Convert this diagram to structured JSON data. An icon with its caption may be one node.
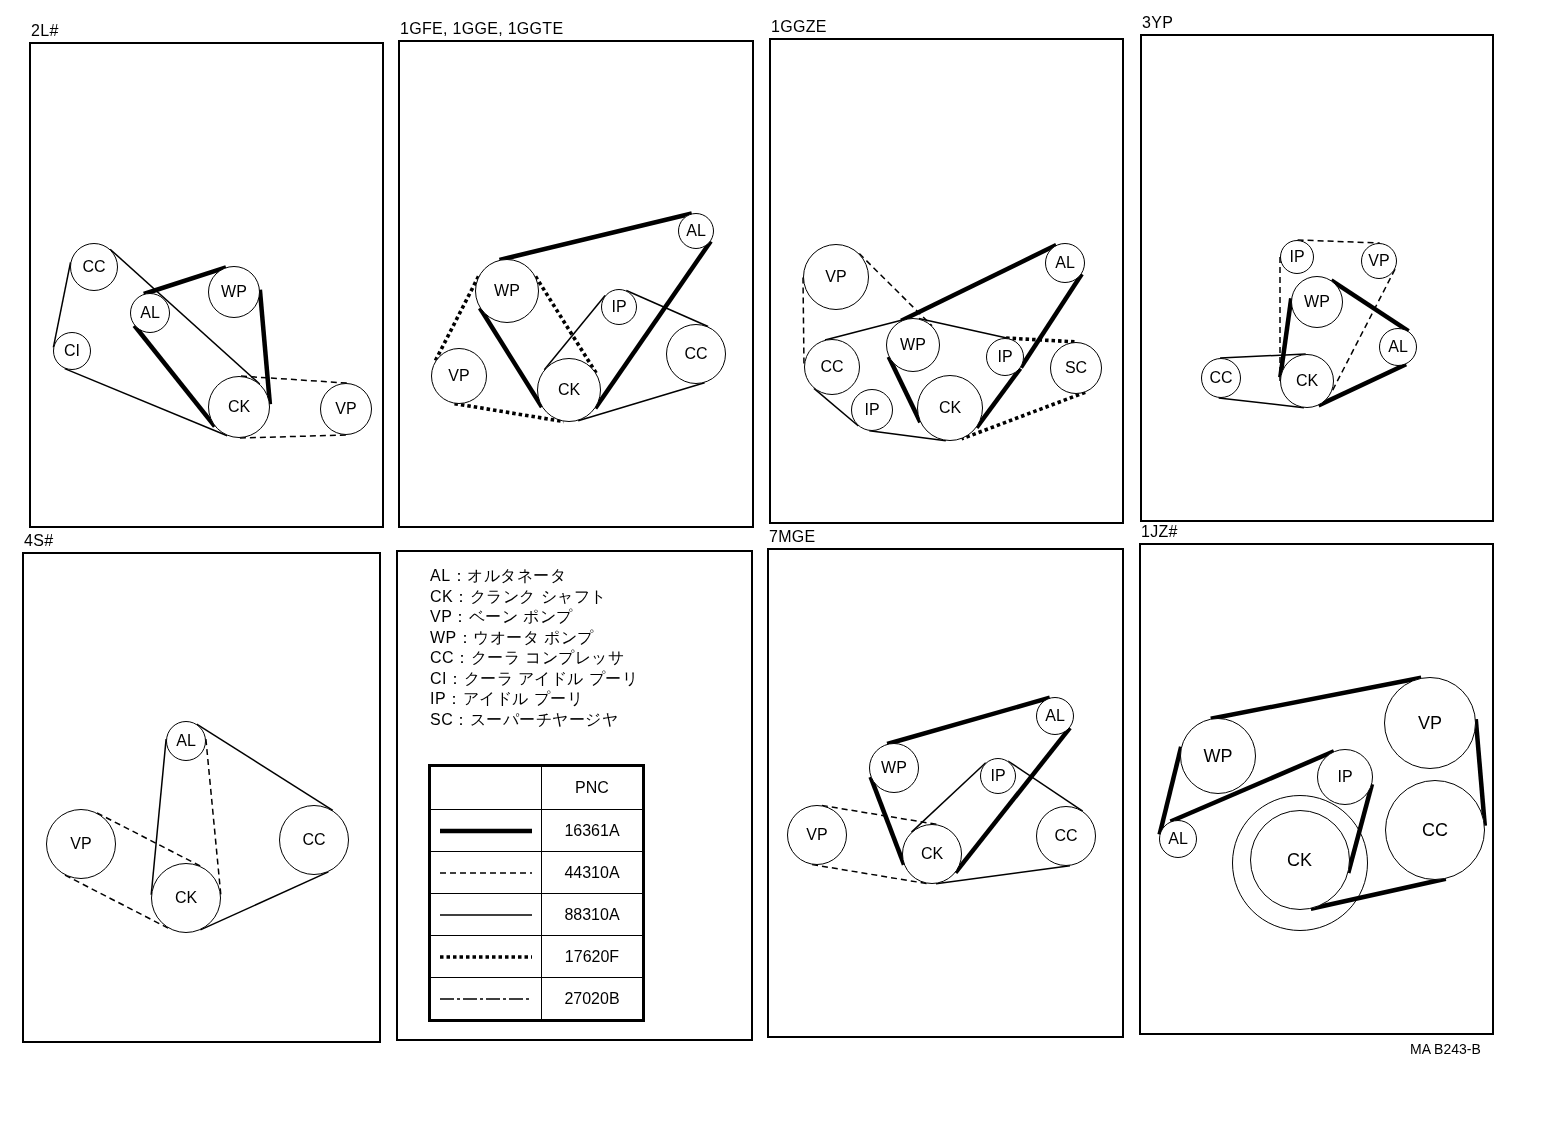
{
  "diagram": {
    "nodes": [
      {
        "text": [
          "2L#"
        ]
      },
      {
        "text": [
          "CC"
        ],
        "in": 0
      },
      {
        "text": [
          "AL"
        ],
        "in": 0
      },
      {
        "text": [
          "WP"
        ],
        "in": 0
      },
      {
        "text": [
          "CI"
        ],
        "in": 0
      },
      {
        "text": [
          "CK"
        ],
        "in": 0
      },
      {
        "text": [
          "VP"
        ],
        "in": 0
      },
      {
        "text": [
          "1GFE, 1GGE, 1GGTE"
        ]
      },
      {
        "text": [
          "AL"
        ],
        "in": 7
      },
      {
        "text": [
          "WP"
        ],
        "in": 7
      },
      {
        "text": [
          "IP"
        ],
        "in": 7
      },
      {
        "text": [
          "VP"
        ],
        "in": 7
      },
      {
        "text": [
          "CC"
        ],
        "in": 7
      },
      {
        "text": [
          "CK"
        ],
        "in": 7
      },
      {
        "text": [
          "1GGZE"
        ]
      },
      {
        "text": [
          "VP"
        ],
        "in": 14
      },
      {
        "text": [
          "AL"
        ],
        "in": 14
      },
      {
        "text": [
          "WP"
        ],
        "in": 14
      },
      {
        "text": [
          "IP"
        ],
        "in": 14
      },
      {
        "text": [
          "CC"
        ],
        "in": 14
      },
      {
        "text": [
          "SC"
        ],
        "in": 14
      },
      {
        "text": [
          "IP"
        ],
        "in": 14
      },
      {
        "text": [
          "CK"
        ],
        "in": 14
      },
      {
        "text": [
          "3YP"
        ]
      },
      {
        "text": [
          "IP"
        ],
        "in": 23
      },
      {
        "text": [
          "VP"
        ],
        "in": 23
      },
      {
        "text": [
          "WP"
        ],
        "in": 23
      },
      {
        "text": [
          "AL"
        ],
        "in": 23
      },
      {
        "text": [
          "CC"
        ],
        "in": 23
      },
      {
        "text": [
          "CK"
        ],
        "in": 23
      },
      {
        "text": [
          "4S#"
        ]
      },
      {
        "text": [
          "AL"
        ],
        "in": 30
      },
      {
        "text": [
          "VP"
        ],
        "in": 30
      },
      {
        "text": [
          "CC"
        ],
        "in": 30
      },
      {
        "text": [
          "CK"
        ],
        "in": 30
      },
      {
        "text": [],
        "shape": "box"
      },
      {
        "text": [
          "7MGE"
        ]
      },
      {
        "text": [
          "AL"
        ],
        "in": 36
      },
      {
        "text": [
          "WP"
        ],
        "in": 36
      },
      {
        "text": [
          "IP"
        ],
        "in": 36
      },
      {
        "text": [
          "VP"
        ],
        "in": 36
      },
      {
        "text": [
          "CC"
        ],
        "in": 36
      },
      {
        "text": [
          "CK"
        ],
        "in": 36
      },
      {
        "text": [
          "1JZ#"
        ]
      },
      {
        "text": [
          "VP"
        ],
        "in": 43
      },
      {
        "text": [
          "WP"
        ],
        "in": 43
      },
      {
        "text": [
          "IP"
        ],
        "in": 43
      },
      {
        "text": [
          "AL"
        ],
        "in": 43
      },
      {
        "text": [
          "CC"
        ],
        "in": 43
      },
      {
        "text": [],
        "shape": "circle",
        "in": 43
      },
      {
        "text": [
          "CK"
        ],
        "in": 49
      }
    ],
    "edges": [
      {
        "from": 1,
        "to": 4,
        "arrow": "none"
      },
      {
        "from": 4,
        "to": 5,
        "arrow": "none"
      },
      {
        "from": 1,
        "to": 5,
        "arrow": "none"
      },
      {
        "from": 2,
        "to": 3,
        "arrow": "none",
        "style": "thick"
      },
      {
        "from": 3,
        "to": 5,
        "arrow": "none",
        "style": "thick"
      },
      {
        "from": 5,
        "to": 2,
        "arrow": "none",
        "style": "thick"
      },
      {
        "from": 5,
        "to": 6,
        "arrow": "none",
        "style": "dashed"
      },
      {
        "from": 5,
        "to": 6,
        "arrow": "none",
        "style": "dashed"
      },
      {
        "from": 9,
        "to": 8,
        "arrow": "none",
        "style": "thick"
      },
      {
        "from": 8,
        "to": 13,
        "arrow": "none",
        "style": "thick"
      },
      {
        "from": 13,
        "to": 9,
        "arrow": "none",
        "style": "thick"
      },
      {
        "from": 9,
        "to": 11,
        "arrow": "none",
        "style": "dashed"
      },
      {
        "from": 11,
        "to": 13,
        "arrow": "none",
        "style": "dashed"
      },
      {
        "from": 13,
        "to": 9,
        "arrow": "none",
        "style": "dashed"
      },
      {
        "from": 10,
        "to": 13,
        "arrow": "none"
      },
      {
        "from": 10,
        "to": 12,
        "arrow": "none"
      },
      {
        "from": 12,
        "to": 13,
        "arrow": "none"
      },
      {
        "from": 15,
        "to": 19,
        "arrow": "none",
        "style": "dashed"
      },
      {
        "from": 15,
        "to": 17,
        "arrow": "none",
        "style": "dashed"
      },
      {
        "from": 19,
        "to": 17,
        "arrow": "none"
      },
      {
        "from": 19,
        "to": 21,
        "arrow": "none"
      },
      {
        "from": 21,
        "to": 22,
        "arrow": "none"
      },
      {
        "from": 17,
        "to": 18,
        "arrow": "none"
      },
      {
        "from": 17,
        "to": 16,
        "arrow": "none",
        "style": "thick"
      },
      {
        "from": 16,
        "to": 18,
        "arrow": "none",
        "style": "thick"
      },
      {
        "from": 18,
        "to": 22,
        "arrow": "none",
        "style": "thick"
      },
      {
        "from": 22,
        "to": 17,
        "arrow": "none",
        "style": "thick"
      },
      {
        "from": 18,
        "to": 20,
        "arrow": "none",
        "style": "dashed"
      },
      {
        "from": 20,
        "to": 22,
        "arrow": "none",
        "style": "dashed"
      },
      {
        "from": 24,
        "to": 25,
        "arrow": "none",
        "style": "dashed"
      },
      {
        "from": 24,
        "to": 29,
        "arrow": "none",
        "style": "dashed"
      },
      {
        "from": 25,
        "to": 29,
        "arrow": "none",
        "style": "dashed"
      },
      {
        "from": 26,
        "to": 27,
        "arrow": "none",
        "style": "thick"
      },
      {
        "from": 27,
        "to": 29,
        "arrow": "none",
        "style": "thick"
      },
      {
        "from": 29,
        "to": 26,
        "arrow": "none",
        "style": "thick"
      },
      {
        "from": 28,
        "to": 29,
        "arrow": "none"
      },
      {
        "from": 28,
        "to": 29,
        "arrow": "none"
      },
      {
        "from": 31,
        "to": 34,
        "arrow": "none"
      },
      {
        "from": 31,
        "to": 33,
        "arrow": "none"
      },
      {
        "from": 33,
        "to": 34,
        "arrow": "none"
      },
      {
        "from": 31,
        "to": 34,
        "arrow": "none",
        "style": "dashed"
      },
      {
        "from": 32,
        "to": 34,
        "arrow": "none",
        "style": "dashed"
      },
      {
        "from": 32,
        "to": 34,
        "arrow": "none",
        "style": "dashed"
      },
      {
        "from": 38,
        "to": 37,
        "arrow": "none",
        "style": "thick"
      },
      {
        "from": 37,
        "to": 42,
        "arrow": "none",
        "style": "thick"
      },
      {
        "from": 42,
        "to": 38,
        "arrow": "none",
        "style": "thick"
      },
      {
        "from": 39,
        "to": 42,
        "arrow": "none"
      },
      {
        "from": 39,
        "to": 41,
        "arrow": "none"
      },
      {
        "from": 41,
        "to": 42,
        "arrow": "none"
      },
      {
        "from": 40,
        "to": 42,
        "arrow": "none",
        "style": "dashed"
      },
      {
        "from": 40,
        "to": 42,
        "arrow": "none",
        "style": "dashed"
      },
      {
        "from": 45,
        "to": 44,
        "arrow": "none",
        "style": "thick"
      },
      {
        "from": 44,
        "to": 48,
        "arrow": "none",
        "style": "thick"
      },
      {
        "from": 48,
        "to": 50,
        "arrow": "none",
        "style": "thick"
      },
      {
        "from": 50,
        "to": 46,
        "arrow": "none",
        "style": "thick"
      },
      {
        "from": 46,
        "to": 47,
        "arrow": "none",
        "style": "thick"
      },
      {
        "from": 47,
        "to": 45,
        "arrow": "none",
        "style": "thick"
      }
    ],
    "labels": [
      "AL：オルタネータ",
      "CK：クランク シャフト",
      "VP：ベーン ポンプ",
      "WP：ウオータ ポンプ",
      "CC：クーラ コンプレッサ",
      "CI：クーラ アイドル プーリ",
      "IP：アイドル プーリ",
      "SC：スーパーチヤージヤ",
      "PNC",
      "MA B243-B"
    ],
    "legend": [
      {
        "text": "16361A"
      },
      {
        "text": "44310A"
      },
      {
        "text": "88310A"
      },
      {
        "text": "17620F"
      },
      {
        "text": "27020B"
      }
    ]
  }
}
